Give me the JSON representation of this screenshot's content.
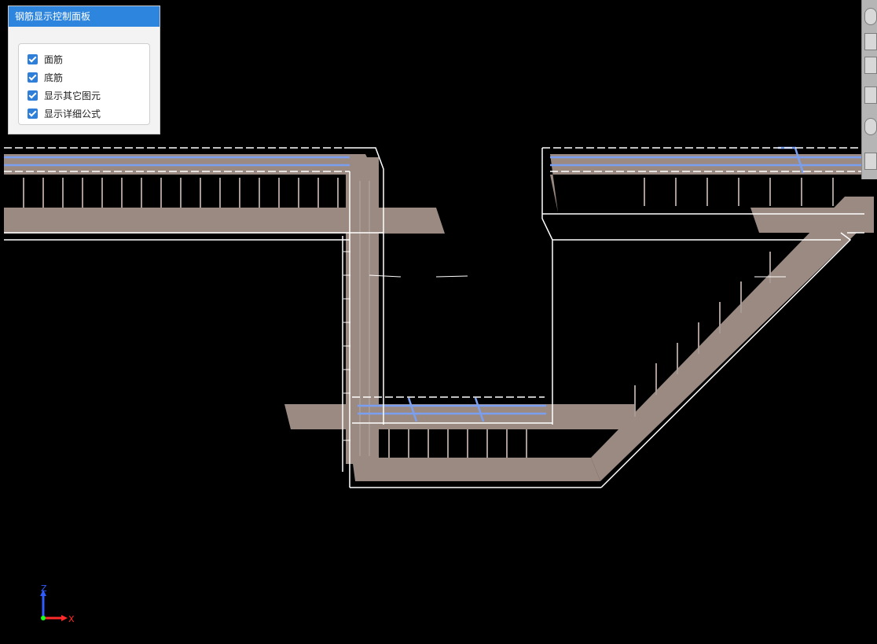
{
  "panel": {
    "title": "钢筋显示控制面板",
    "options": [
      {
        "label": "面筋",
        "checked": true
      },
      {
        "label": "底筋",
        "checked": true
      },
      {
        "label": "显示其它图元",
        "checked": true
      },
      {
        "label": "显示详细公式",
        "checked": true
      }
    ]
  },
  "axes": {
    "z_label": "Z",
    "x_label": "X"
  },
  "colors": {
    "background": "#000000",
    "concrete": "#9b8a82",
    "rebar_blue": "#7a9ff0",
    "wireframe": "#ffffff",
    "panel_header": "#2e85dd"
  },
  "toolbar": {
    "icons": [
      "zoom-icon",
      "view-icon",
      "cube-icon",
      "box-icon",
      "orbit-icon",
      "grid-icon"
    ]
  }
}
